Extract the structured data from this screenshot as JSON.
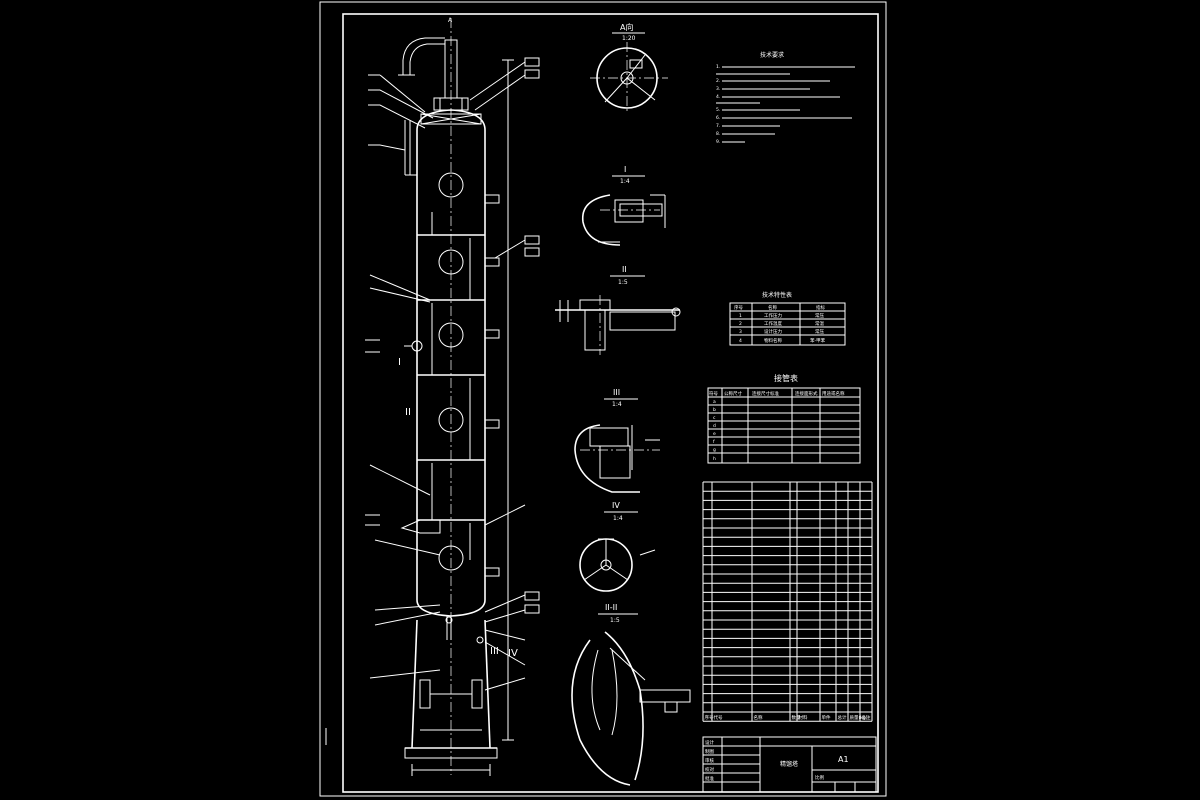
{
  "details": {
    "A": {
      "title": "A向",
      "scale": "1:20"
    },
    "I": {
      "title": "I",
      "scale": "1:4"
    },
    "II": {
      "title": "II",
      "scale": "1:5"
    },
    "III": {
      "title": "III",
      "scale": "1:4"
    },
    "IV": {
      "title": "IV",
      "scale": "1:4"
    },
    "IVV": {
      "title": "II-II",
      "scale": "1:5"
    }
  },
  "tower_labels": {
    "I": "I",
    "II": "II",
    "III": "III",
    "IV": "IV",
    "A": "A"
  },
  "tech_req": {
    "title": "技术要求",
    "lines": [
      "1.",
      "2.",
      "3.",
      "4.",
      "5.",
      "6.",
      "7.",
      "8.",
      "9."
    ]
  },
  "design_table": {
    "title": "技术特性表",
    "headers": [
      "序号",
      "名称",
      "指标"
    ],
    "rows": [
      [
        "1",
        "工作压力",
        "常压"
      ],
      [
        "2",
        "工作温度",
        "常温"
      ],
      [
        "3",
        "设计压力",
        "常压"
      ],
      [
        "4",
        "物料名称",
        "苯-甲苯"
      ]
    ]
  },
  "nozzle_table": {
    "title": "接管表",
    "headers": [
      "符号",
      "公称尺寸",
      "连接尺寸标准",
      "连接面形式",
      "用途或名称"
    ],
    "rows": [
      [
        "a",
        "",
        "",
        "",
        ""
      ],
      [
        "b",
        "",
        "",
        "",
        ""
      ],
      [
        "c",
        "",
        "",
        "",
        ""
      ],
      [
        "d",
        "",
        "",
        "",
        ""
      ],
      [
        "e",
        "",
        "",
        "",
        ""
      ],
      [
        "f",
        "",
        "",
        "",
        ""
      ],
      [
        "g",
        "",
        "",
        "",
        ""
      ],
      [
        "h",
        "",
        "",
        "",
        ""
      ]
    ]
  },
  "parts_list": {
    "rows": 26,
    "footer": [
      "序号",
      "代号",
      "名称",
      "数量",
      "材料",
      "单件",
      "总计",
      "质量(kg)",
      "备注"
    ]
  },
  "title_block": {
    "left_labels": [
      "设计",
      "制图",
      "审核",
      "校对",
      "批准"
    ],
    "center": "精馏塔",
    "sheet": "A1",
    "scale_label": "比例",
    "company": ""
  }
}
